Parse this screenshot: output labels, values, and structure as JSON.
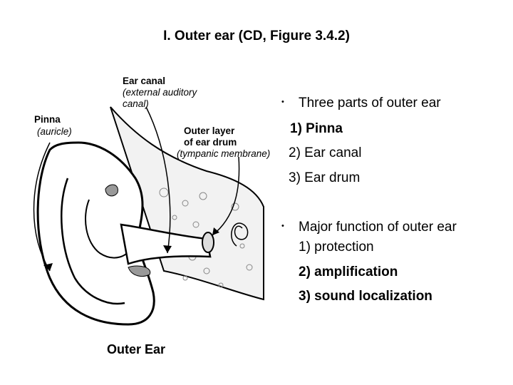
{
  "title": "I. Outer ear (CD, Figure 3.4.2)",
  "figure": {
    "pinna_label": "Pinna",
    "pinna_sub": "(auricle)",
    "canal_label": "Ear canal",
    "canal_sub_1": "(external auditory",
    "canal_sub_2": "canal)",
    "drum_label_1": "Outer layer",
    "drum_label_2": "of ear drum",
    "drum_sub": "(tympanic membrane)",
    "caption": "Outer Ear"
  },
  "content": {
    "bullet1": "Three parts of outer ear",
    "parts": [
      "1) Pinna",
      "2) Ear canal",
      "3) Ear drum"
    ],
    "bullet2": "Major function of outer ear",
    "functions": [
      "1) protection",
      "2) amplification",
      "3) sound localization"
    ],
    "bullet_glyph": "•"
  }
}
